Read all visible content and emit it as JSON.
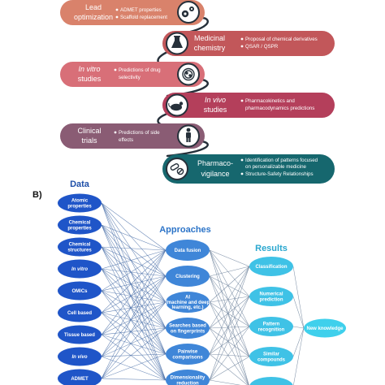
{
  "panel_a": {
    "steps": [
      {
        "title_lines": [
          "Lead",
          "optimization"
        ],
        "title_italic_first": false,
        "bullets": [
          "ADMET properties",
          "Scaffold replacement"
        ],
        "color": "#d9826b",
        "icon": "gears-icon"
      },
      {
        "title_lines": [
          "Medicinal",
          "chemistry"
        ],
        "title_italic_first": false,
        "bullets": [
          "Proposal of chemical derivatives",
          "QSAR / QSPR"
        ],
        "color": "#c2575a",
        "icon": "flask-icon"
      },
      {
        "title_lines": [
          "In vitro",
          "studies"
        ],
        "title_italic_first": true,
        "bullets": [
          "Predictions of drug",
          "selectivity"
        ],
        "color": "#d86f78",
        "icon": "petri-dish-icon"
      },
      {
        "title_lines": [
          "In vivo",
          "studies"
        ],
        "title_italic_first": true,
        "bullets": [
          "Pharmacokinetics and",
          "pharmacodynamics predictions"
        ],
        "color": "#b43f5b",
        "icon": "mouse-icon"
      },
      {
        "title_lines": [
          "Clinical",
          "trials"
        ],
        "title_italic_first": false,
        "bullets": [
          "Predictions of side",
          "effects"
        ],
        "color": "#8a5c74",
        "icon": "person-icon"
      },
      {
        "title_lines": [
          "Pharmaco-",
          "vigilance"
        ],
        "title_italic_first": false,
        "bullets": [
          "Identification of patterns focused",
          "on personalizable medicine",
          "Structure-Safety Relationships"
        ],
        "color": "#16676e",
        "icon": "pills-icon"
      }
    ]
  },
  "panel_b": {
    "label": "B)",
    "data_heading": "Data",
    "approaches_heading": "Approaches",
    "results_heading": "Results",
    "data_nodes": [
      {
        "lines": [
          "Atomic",
          "properties"
        ],
        "italic": false
      },
      {
        "lines": [
          "Chemical",
          "properties"
        ],
        "italic": false
      },
      {
        "lines": [
          "Chemical",
          "structures"
        ],
        "italic": false
      },
      {
        "lines": [
          "In vitro"
        ],
        "italic": true
      },
      {
        "lines": [
          "OMICs"
        ],
        "italic": false
      },
      {
        "lines": [
          "Cell based"
        ],
        "italic": false
      },
      {
        "lines": [
          "Tissue based"
        ],
        "italic": false
      },
      {
        "lines": [
          "In vivo"
        ],
        "italic": true
      },
      {
        "lines": [
          "ADMET"
        ],
        "italic": false
      }
    ],
    "approach_nodes": [
      {
        "lines": [
          "Data fusion"
        ]
      },
      {
        "lines": [
          "Clustering"
        ]
      },
      {
        "lines": [
          "AI",
          "(machine and deep",
          "learning, etc.)"
        ]
      },
      {
        "lines": [
          "Searches based",
          "on fingerprints"
        ]
      },
      {
        "lines": [
          "Pairwise",
          "comparisons"
        ]
      },
      {
        "lines": [
          "Dimensionality",
          "reduction"
        ]
      }
    ],
    "result_nodes": [
      {
        "lines": [
          "Classification"
        ]
      },
      {
        "lines": [
          "Numerical",
          "prediction"
        ]
      },
      {
        "lines": [
          "Pattern",
          "recognition"
        ]
      },
      {
        "lines": [
          "Similar",
          "compounds"
        ]
      },
      {
        "lines": [
          ""
        ]
      }
    ],
    "outcome_node": {
      "lines": [
        "New knowledge"
      ]
    },
    "colors": {
      "data_fill": "#1f55c8",
      "approach_fill": "#3f86d8",
      "result_fill": "#3fc2e6",
      "outcome_fill": "#3fd0ec",
      "heading_data": "#1f4fa8",
      "heading_approaches": "#2c74c8",
      "heading_results": "#2aa7cf",
      "link_line": "#4a6fa8",
      "link_line_right": "#6a7f99"
    }
  }
}
